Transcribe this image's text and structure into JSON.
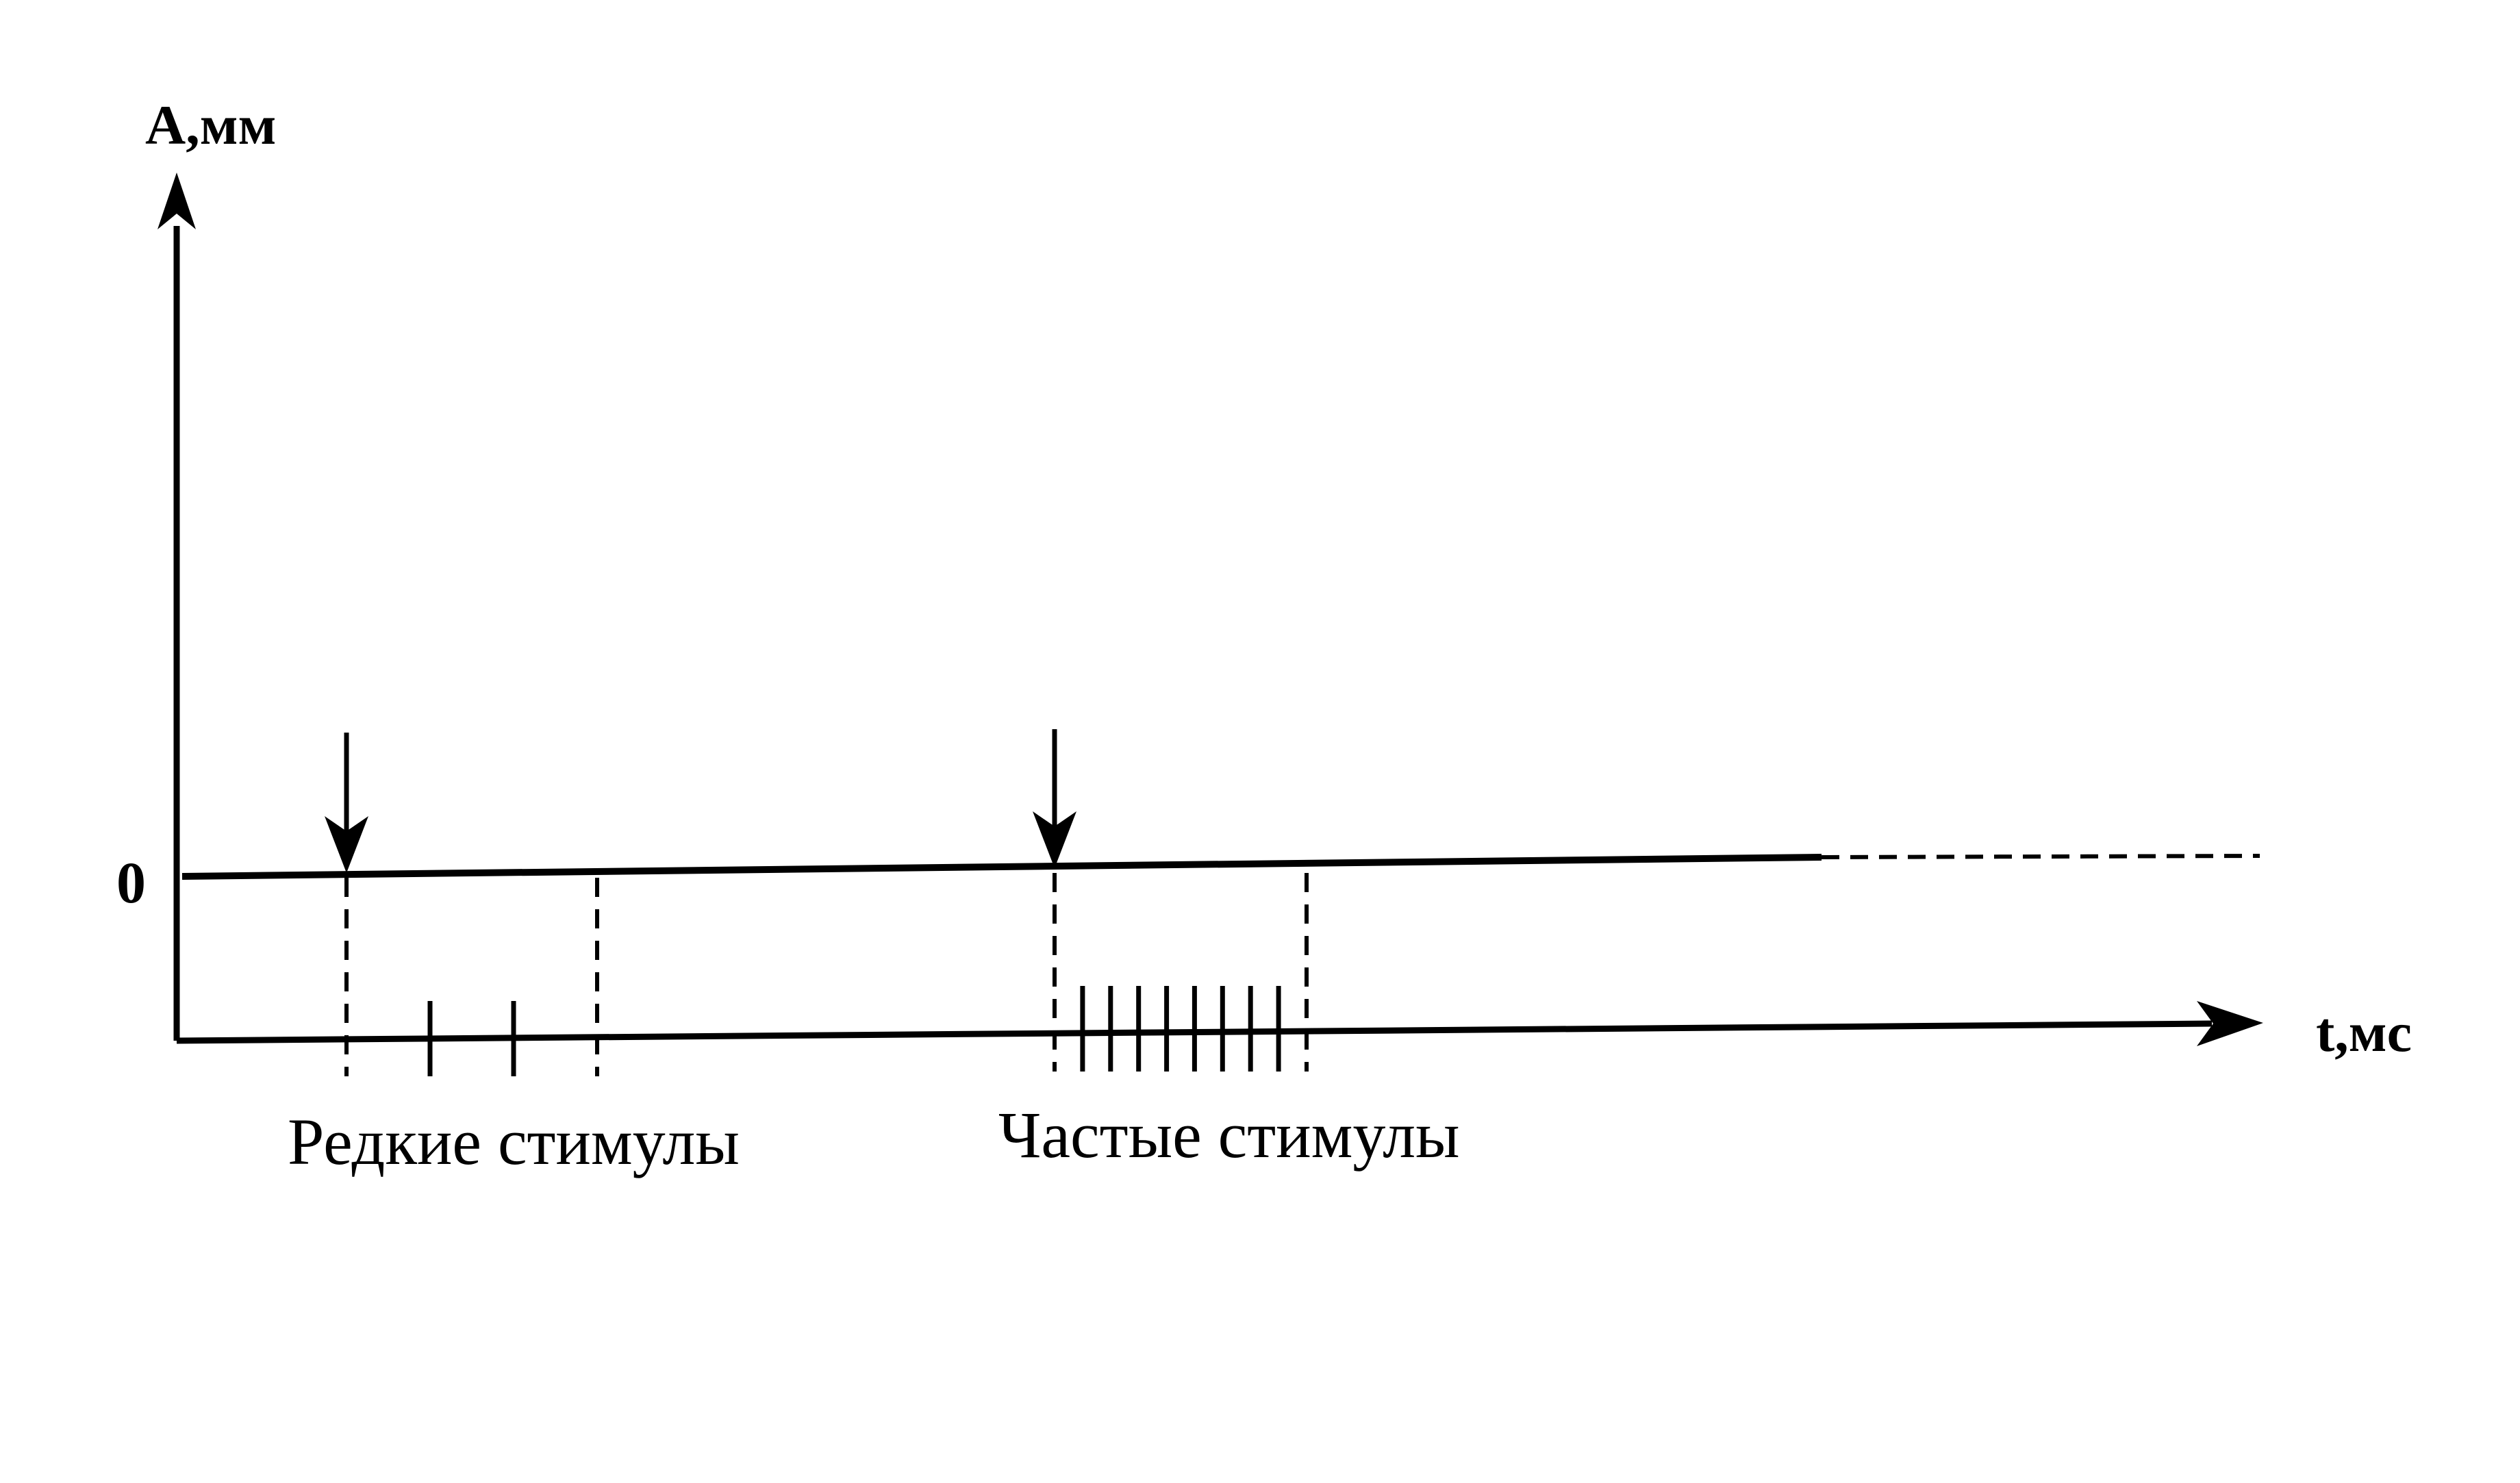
{
  "diagram": {
    "y_axis_label": "А,мм",
    "x_axis_label": "t,мс",
    "zero_label": "0",
    "groups": [
      {
        "caption": "Редкие стимулы",
        "stimulus_count": 4
      },
      {
        "caption": "Частые стимулы",
        "stimulus_count": 10
      }
    ]
  },
  "colors": {
    "ink": "#000000",
    "background": "#ffffff"
  }
}
